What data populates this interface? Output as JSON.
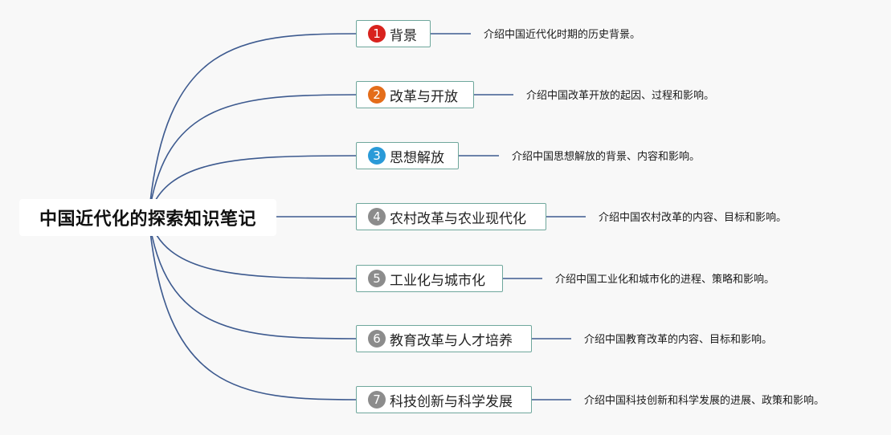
{
  "root": {
    "label": "中国近代化的探索知识笔记"
  },
  "topics": [
    {
      "number": "1",
      "label": "背景",
      "description": "介绍中国近代化时期的历史背景。",
      "badge_color": "#d8231e"
    },
    {
      "number": "2",
      "label": "改革与开放",
      "description": "介绍中国改革开放的起因、过程和影响。",
      "badge_color": "#e46d1a"
    },
    {
      "number": "3",
      "label": "思想解放",
      "description": "介绍中国思想解放的背景、内容和影响。",
      "badge_color": "#2a9ad8"
    },
    {
      "number": "4",
      "label": "农村改革与农业现代化",
      "description": "介绍中国农村改革的内容、目标和影响。",
      "badge_color": "#8c8c8c"
    },
    {
      "number": "5",
      "label": "工业化与城市化",
      "description": "介绍中国工业化和城市化的进程、策略和影响。",
      "badge_color": "#8c8c8c"
    },
    {
      "number": "6",
      "label": "教育改革与人才培养",
      "description": "介绍中国教育改革的内容、目标和影响。",
      "badge_color": "#8c8c8c"
    },
    {
      "number": "7",
      "label": "科技创新与科学发展",
      "description": "介绍中国科技创新和科学发展的进展、政策和影响。",
      "badge_color": "#8c8c8c"
    }
  ],
  "colors": {
    "branch_line": "#3d5a8f",
    "topic_border": "#6fa79c"
  }
}
